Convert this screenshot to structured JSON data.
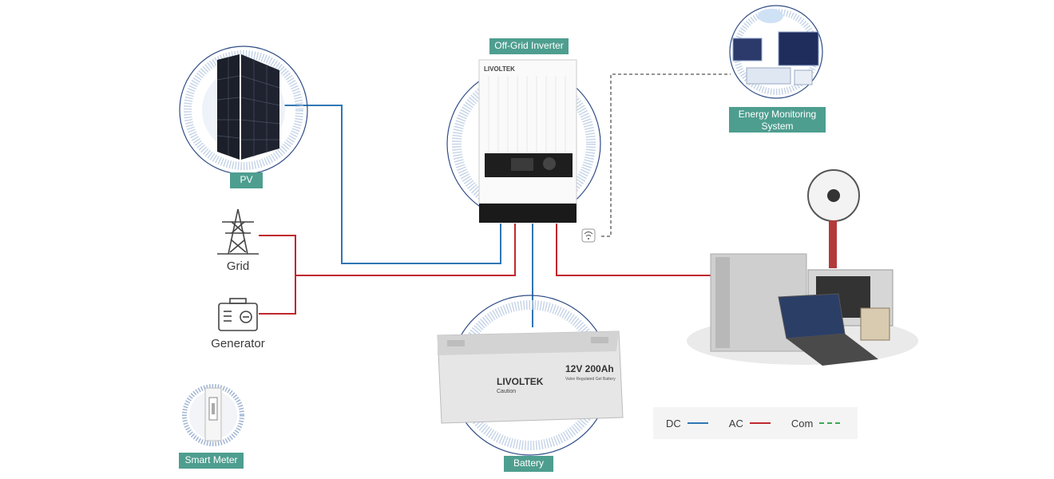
{
  "labels": {
    "inverter": "Off-Grid Inverter",
    "ems": "Energy Monitoring System",
    "pv": "PV",
    "grid": "Grid",
    "generator": "Generator",
    "battery": "Battery",
    "smart_meter": "Smart Meter"
  },
  "brand": "LIVOLTEK",
  "battery_spec": "12V 200Ah",
  "battery_subspec": "Valve Regulated Gel Battery",
  "battery_caution_title": "Caution",
  "legend": {
    "dc": "DC",
    "ac": "AC",
    "com": "Com"
  },
  "colors": {
    "dc": "#2f76b4",
    "ac": "#c0272d",
    "com": "#3aaa56",
    "tag": "#4e9e8f"
  }
}
